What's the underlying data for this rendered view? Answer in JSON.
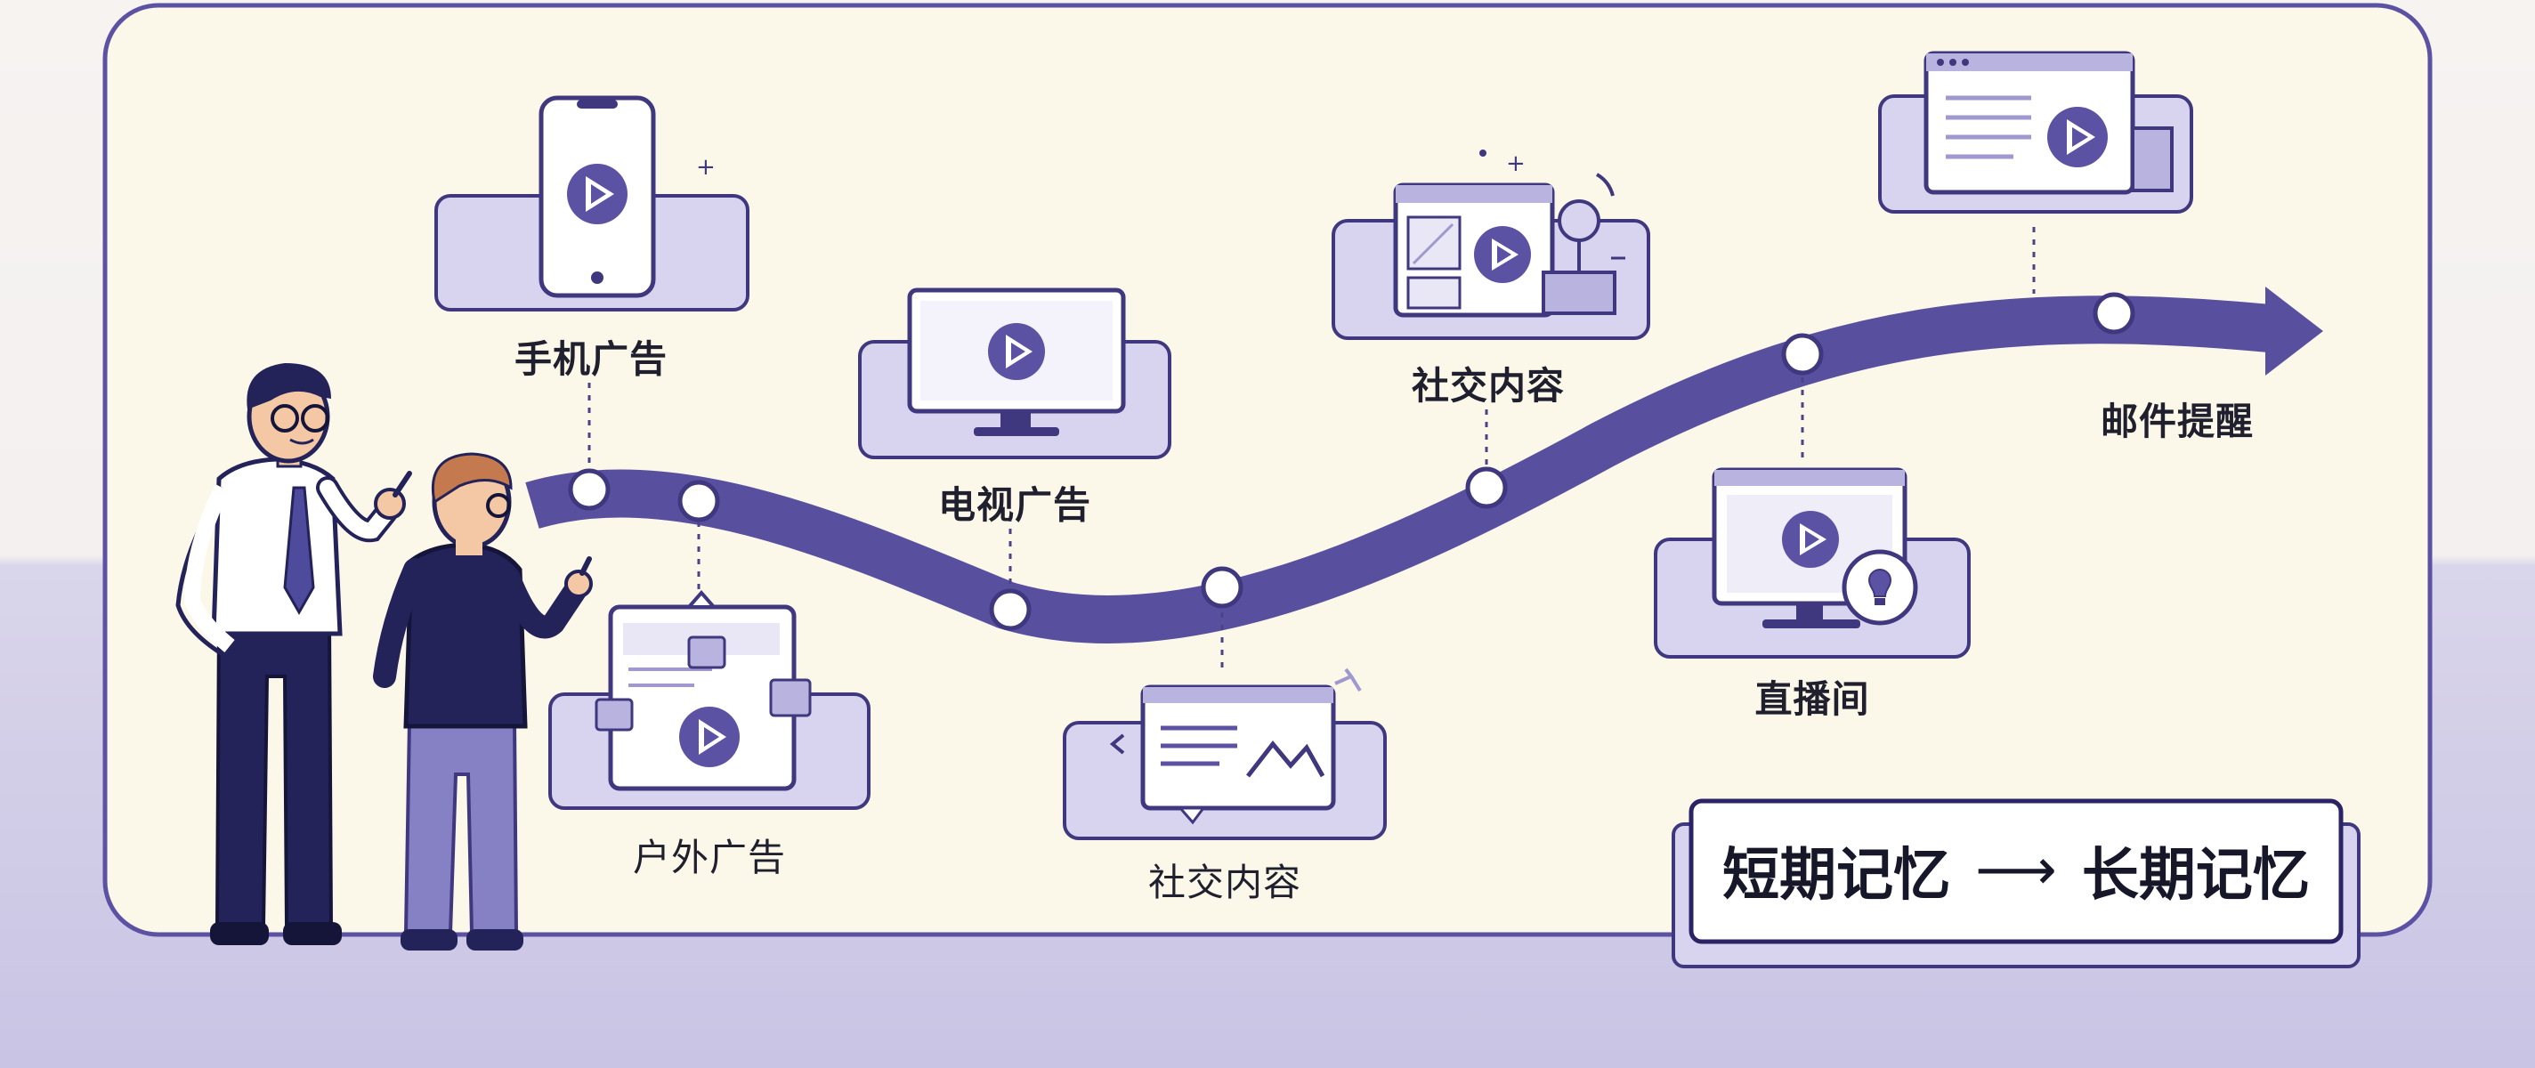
{
  "touchpoints": [
    {
      "label": "手机广告",
      "icon": "phone-ad-icon"
    },
    {
      "label": "户外广告",
      "icon": "billboard-ad-icon"
    },
    {
      "label": "电视广告",
      "icon": "tv-ad-icon"
    },
    {
      "label": "社交内容",
      "icon": "social-post-icon"
    },
    {
      "label": "社交内容",
      "icon": "social-webpage-icon"
    },
    {
      "label": "直播间",
      "icon": "livestream-monitor-icon"
    },
    {
      "label": "邮件提醒",
      "icon": "email-reminder-icon"
    }
  ],
  "memory": {
    "from": "短期记忆",
    "arrow": "⟶",
    "to": "长期记忆"
  },
  "colors": {
    "accent": "#5b52a3",
    "accent_light": "#d9d5ef",
    "panel": "#fbf8ec",
    "ink": "#1f1f2e",
    "navy": "#23235a"
  }
}
